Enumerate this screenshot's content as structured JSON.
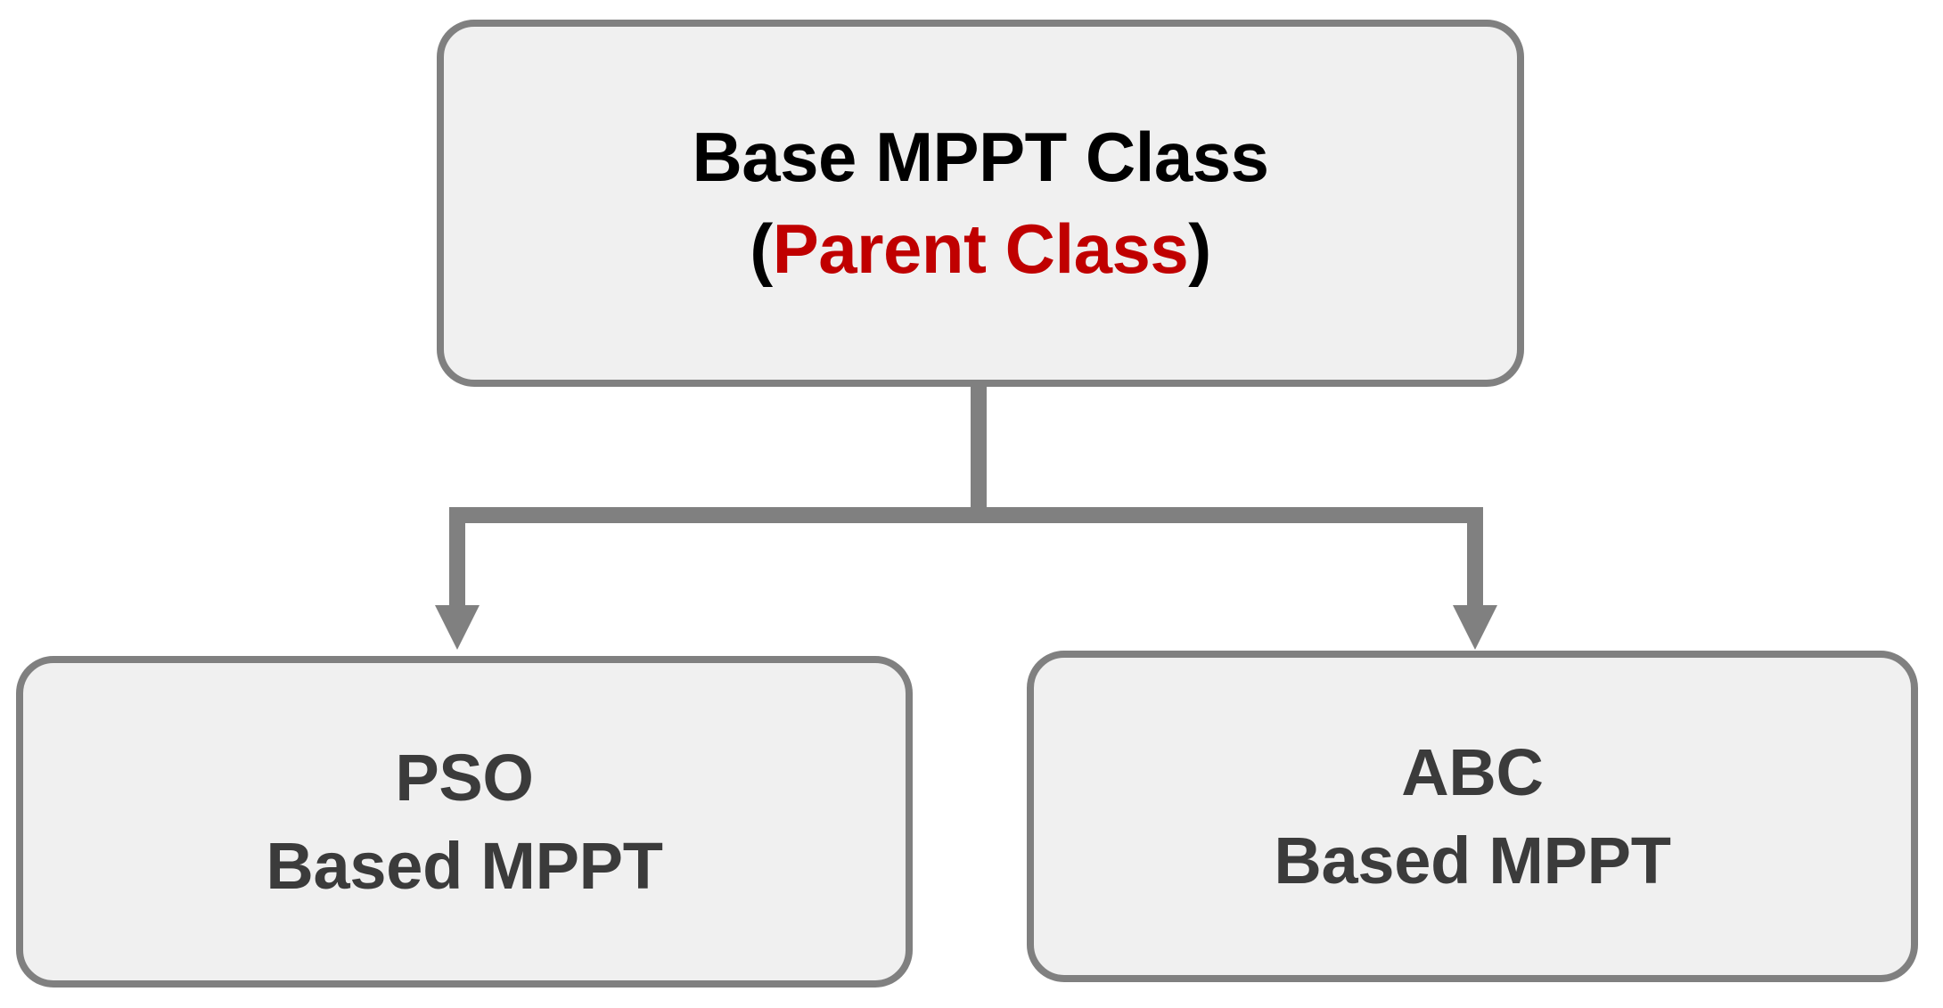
{
  "diagram": {
    "type": "class-hierarchy-flowchart",
    "background_color": "#FFFFFF",
    "node_fill": "#F0F0F0",
    "node_border": "#808080",
    "connector_color": "#808080",
    "accent_color": "#C00000",
    "root_text_color": "#000000",
    "leaf_text_color": "#3B3B3B",
    "nodes": {
      "root": {
        "line1": "Base MPPT Class",
        "line2_open_paren": "(",
        "line2_accent": "Parent Class",
        "line2_close_paren": ")"
      },
      "left_child": {
        "line1": "PSO",
        "line2": "Based MPPT"
      },
      "right_child": {
        "line1": "ABC",
        "line2": "Based MPPT"
      }
    },
    "edges": [
      {
        "from": "root",
        "to": "left_child",
        "arrow": "down"
      },
      {
        "from": "root",
        "to": "right_child",
        "arrow": "down"
      }
    ]
  }
}
